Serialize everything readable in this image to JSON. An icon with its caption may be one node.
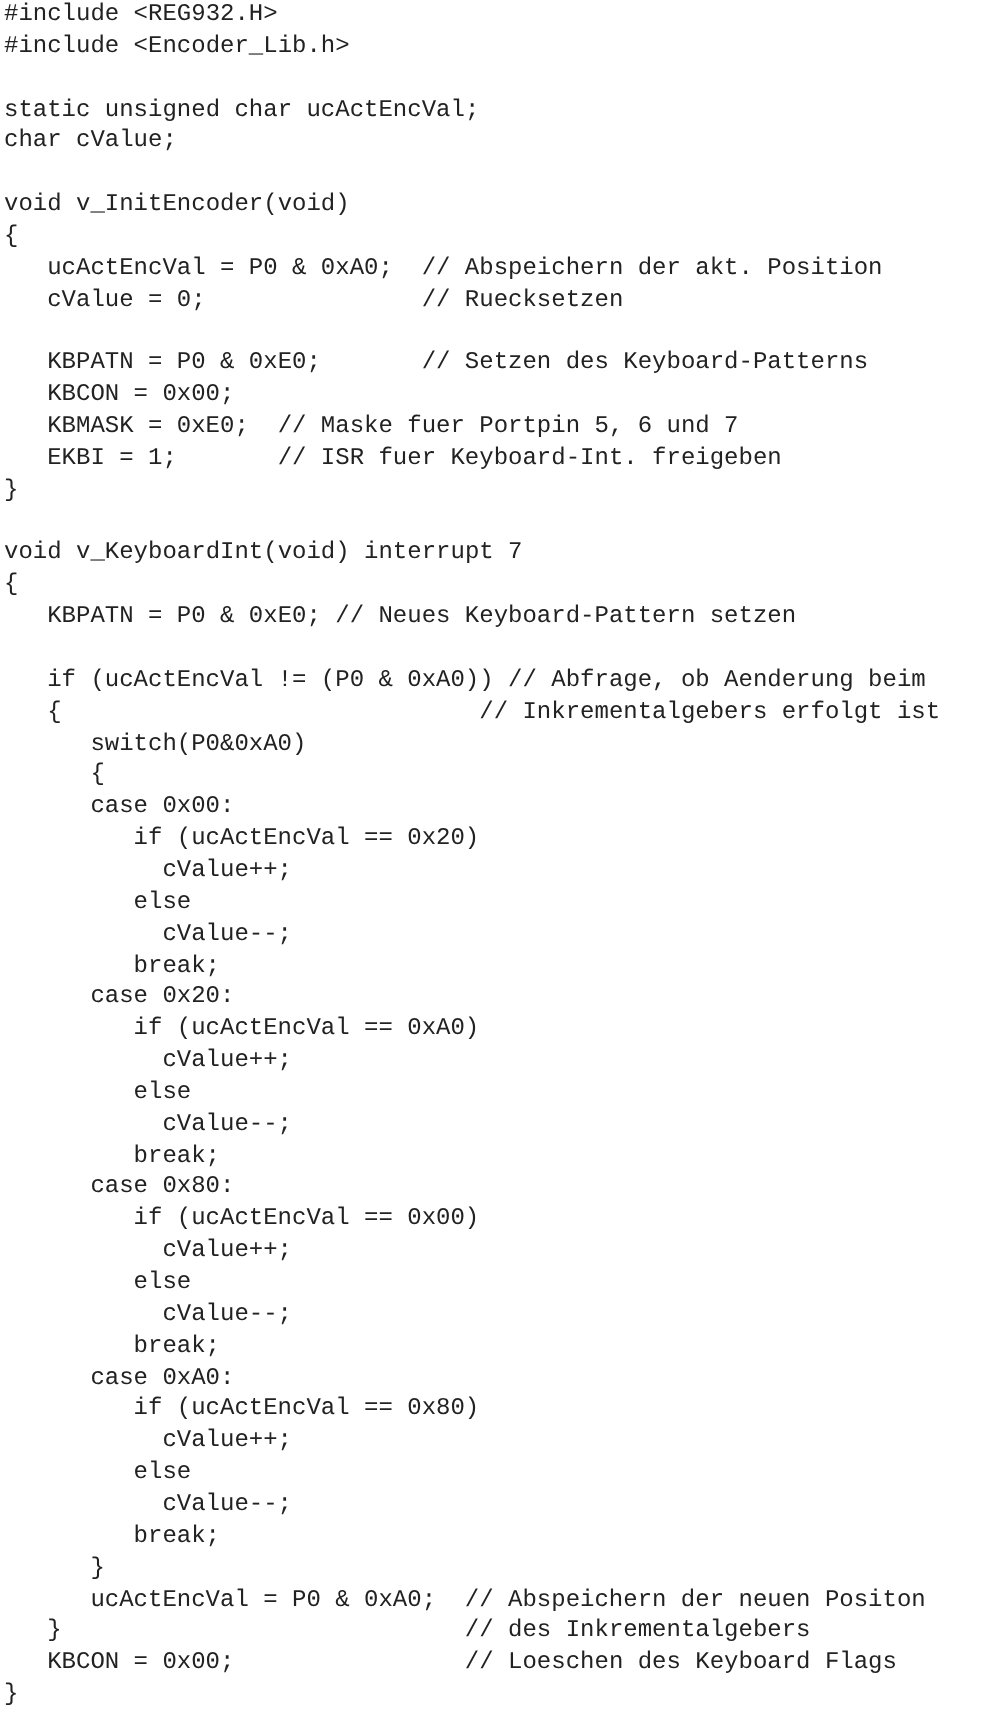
{
  "diagram": {
    "labels": [
      "#include <REG932.H>",
      "#include <Encoder_Lib.h>",
      "static unsigned char ucActEncVal;",
      "char cValue;",
      "void v_InitEncoder(void)",
      "{",
      "ucActEncVal = P0 & 0xA0;  // Abspeichern der akt. Position",
      "cValue = 0;               // Ruecksetzen",
      "KBPATN = P0 & 0xE0;       // Setzen des Keyboard-Patterns",
      "KBCON = 0x00;",
      "KBMASK = 0xE0;  // Maske fuer Portpin 5, 6 und 7",
      "EKBI = 1;       // ISR fuer Keyboard-Int. freigeben",
      "}",
      "void v_KeyboardInt(void) interrupt 7",
      "{",
      "KBPATN = P0 & 0xE0; // Neues Keyboard-Pattern setzen",
      "if (ucActEncVal != (P0 & 0xA0)) // Abfrage, ob Aenderung beim",
      "{                             // Inkrementalgebers erfolgt ist",
      "switch(P0&0xA0)",
      "{",
      "case 0x00:",
      "if (ucActEncVal == 0x20)",
      "cValue++;",
      "else",
      "cValue--;",
      "break;",
      "case 0x20:",
      "if (ucActEncVal == 0xA0)",
      "cValue++;",
      "else",
      "cValue--;",
      "break;",
      "case 0x80:",
      "if (ucActEncVal == 0x00)",
      "cValue++;",
      "else",
      "cValue--;",
      "break;",
      "case 0xA0:",
      "if (ucActEncVal == 0x80)",
      "cValue++;",
      "else",
      "cValue--;",
      "break;",
      "}",
      "ucActEncVal = P0 & 0xA0;  // Abspeichern der neuen Positon",
      "}                            // des Inkrementalgebers",
      "KBCON = 0x00;                // Loeschen des Keyboard Flags",
      "}"
    ]
  }
}
